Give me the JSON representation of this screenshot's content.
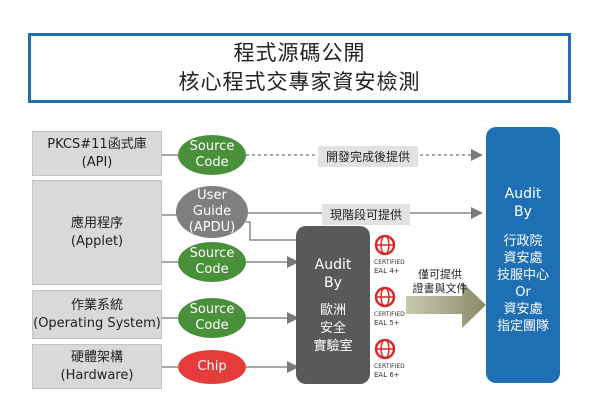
{
  "title": {
    "line1": "程式源碼公開",
    "line2": "核心程式交專家資安檢測"
  },
  "layers": [
    {
      "name": "PKCS#11函式庫",
      "sub": "(API)"
    },
    {
      "name": "應用程序",
      "sub": "(Applet)"
    },
    {
      "name": "作業系統",
      "sub": "(Operating System)"
    },
    {
      "name": "硬體架構",
      "sub": "(Hardware)"
    }
  ],
  "nodes": {
    "source_code_1": {
      "l1": "Source",
      "l2": "Code"
    },
    "user_guide": {
      "l1": "User",
      "l2": "Guide",
      "l3": "(APDU)"
    },
    "source_code_2": {
      "l1": "Source",
      "l2": "Code"
    },
    "source_code_3": {
      "l1": "Source",
      "l2": "Code"
    },
    "chip": {
      "label": "Chip"
    }
  },
  "arrows": {
    "dev_after": "開發完成後提供",
    "now_available": "現階段可提供",
    "cert_docs_l1": "僅可提供",
    "cert_docs_l2": "證書與文件"
  },
  "audit_mid": {
    "l1": "Audit",
    "l2": "By",
    "l3": "歐洲",
    "l4": "安全",
    "l5": "實驗室"
  },
  "audit_right": {
    "l1": "Audit",
    "l2": "By",
    "l3": "行政院",
    "l4": "資安處",
    "l5": "技服中心",
    "l6": "Or",
    "l7": "資安處",
    "l8": "指定團隊"
  },
  "certs": [
    {
      "label1": "CERTIFIED",
      "eal": "EAL 4+"
    },
    {
      "label1": "CERTIFIED",
      "eal": "EAL 5+"
    },
    {
      "label1": "CERTIFIED",
      "eal": "EAL 6+"
    }
  ],
  "colors": {
    "blue": "#1f6fb5",
    "green": "#4a8f3a",
    "grey": "#7f7f7f",
    "red": "#e63b3b",
    "dark": "#595959",
    "olive": "#8a8a6a"
  }
}
